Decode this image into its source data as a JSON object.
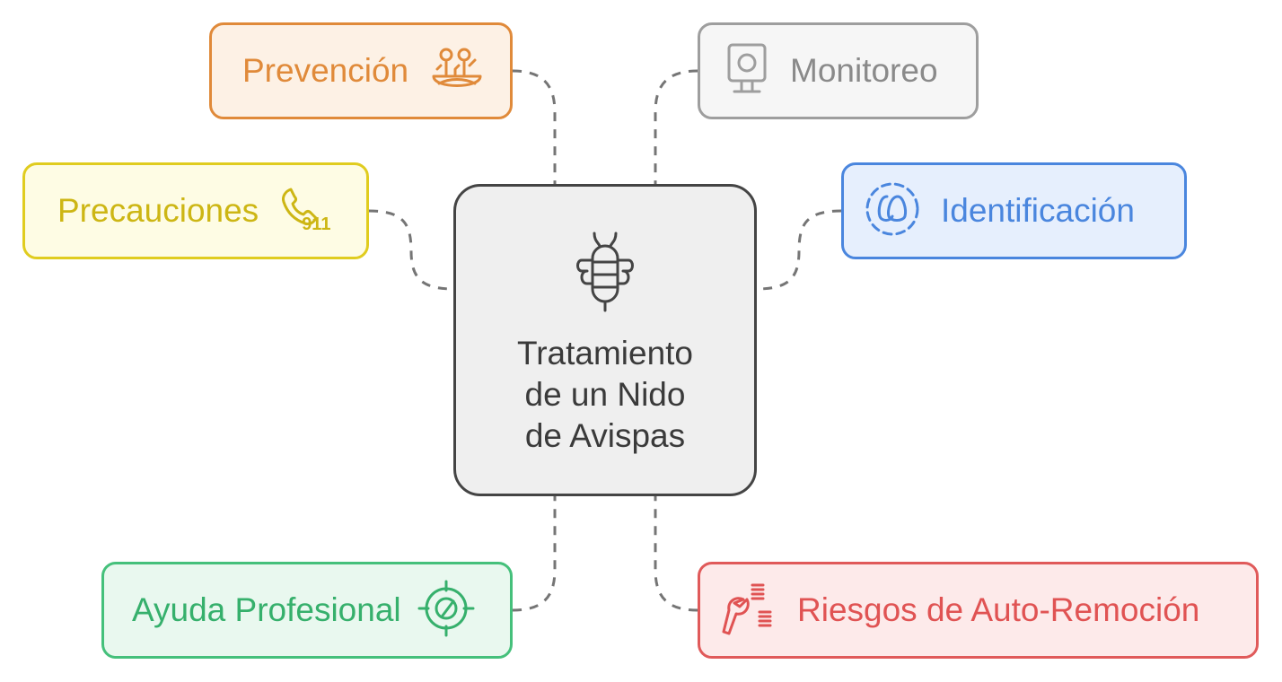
{
  "center": {
    "title": "Tratamiento\nde un Nido\nde Avispas",
    "icon": "bug-icon"
  },
  "nodes": {
    "prevencion": {
      "label": "Prevención",
      "icon": "plant-bowl-icon",
      "color": "#e08a3a"
    },
    "monitoreo": {
      "label": "Monitoreo",
      "icon": "camera-icon",
      "color": "#9e9e9e"
    },
    "precauciones": {
      "label": "Precauciones",
      "icon": "phone-911-icon",
      "badge": "911",
      "color": "#e0cc1f"
    },
    "identificacion": {
      "label": "Identificación",
      "icon": "egg-dashed-circle-icon",
      "color": "#4a86de"
    },
    "ayuda": {
      "label": "Ayuda Profesional",
      "icon": "target-icon",
      "color": "#45c07b"
    },
    "riesgos": {
      "label": "Riesgos de Auto-Remoción",
      "icon": "wrench-springs-icon",
      "color": "#e05a5a"
    }
  }
}
